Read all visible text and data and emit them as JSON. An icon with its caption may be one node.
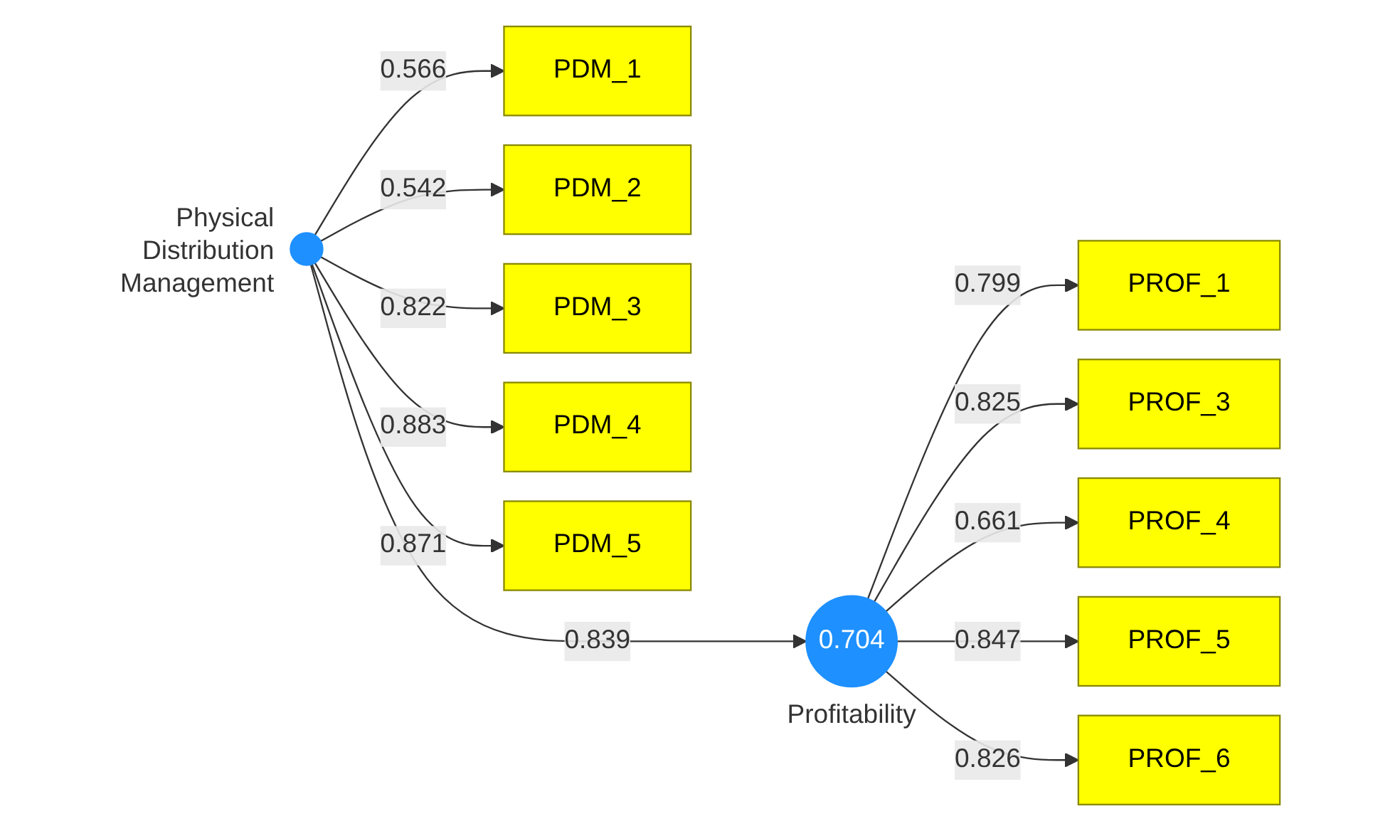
{
  "diagram": {
    "nodes": [
      {
        "text": [
          "PDM_1"
        ]
      },
      {
        "text": [
          "PDM_2"
        ]
      },
      {
        "text": [
          "PDM_3"
        ]
      },
      {
        "text": [
          "PDM_4"
        ]
      },
      {
        "text": [
          "PDM_5"
        ]
      },
      {
        "text": [],
        "shape": "circle",
        "beside": [
          "Physical Distribution Management"
        ]
      },
      {
        "text": [
          "0.704"
        ],
        "beside": [
          "Profitability"
        ]
      },
      {
        "text": [
          "PROF_1"
        ]
      },
      {
        "text": [
          "PROF_3"
        ]
      },
      {
        "text": [
          "PROF_4"
        ]
      },
      {
        "text": [
          "PROF_5"
        ]
      },
      {
        "text": [
          "PROF_6"
        ]
      }
    ],
    "edges": [
      {
        "from": 5,
        "to": 0,
        "arrow": "to",
        "label": "0.566"
      },
      {
        "from": 5,
        "to": 1,
        "arrow": "to",
        "label": "0.542"
      },
      {
        "from": 5,
        "to": 2,
        "arrow": "to",
        "label": "0.822"
      },
      {
        "from": 5,
        "to": 3,
        "arrow": "to",
        "label": "0.883"
      },
      {
        "from": 5,
        "to": 4,
        "arrow": "to",
        "label": "0.871"
      },
      {
        "from": 5,
        "to": 6,
        "arrow": "to",
        "label": "0.839"
      },
      {
        "from": 6,
        "to": 7,
        "arrow": "to",
        "label": "0.799"
      },
      {
        "from": 6,
        "to": 8,
        "arrow": "to",
        "label": "0.825"
      },
      {
        "from": 6,
        "to": 9,
        "arrow": "to",
        "label": "0.661"
      },
      {
        "from": 6,
        "to": 10,
        "arrow": "to",
        "label": "0.847"
      },
      {
        "from": 6,
        "to": 11,
        "arrow": "to",
        "label": "0.826"
      }
    ]
  }
}
